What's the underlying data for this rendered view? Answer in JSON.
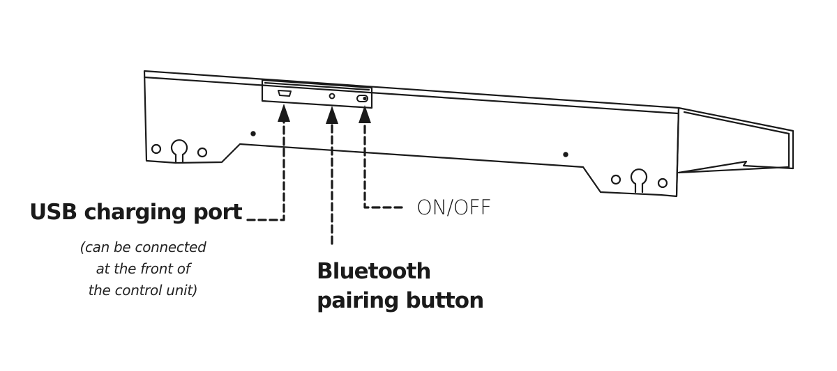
{
  "labels": {
    "usb_port": "USB charging port",
    "usb_note": [
      "(can be connected",
      "at the front  of",
      "the control unit)"
    ],
    "on_off": "ON/OFF",
    "bluetooth": [
      "Bluetooth",
      "pairing button"
    ]
  },
  "colors": {
    "line": "#1a1a1a",
    "background": "#ffffff"
  }
}
